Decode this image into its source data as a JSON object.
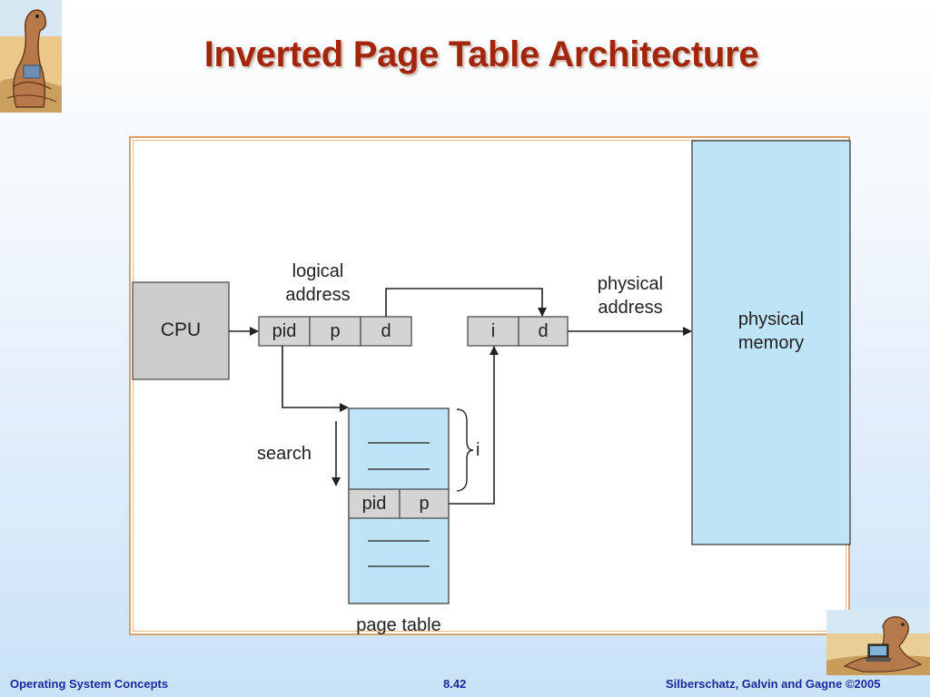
{
  "slide": {
    "title": "Inverted Page Table Architecture"
  },
  "diagram": {
    "cpu_label": "CPU",
    "logical_address_label": "logical\naddress",
    "logical_fields": [
      "pid",
      "p",
      "d"
    ],
    "physical_address_label": "physical\naddress",
    "physical_fields": [
      "i",
      "d"
    ],
    "physical_memory_label": "physical\nmemory",
    "search_label": "search",
    "index_label": "i",
    "page_table_row": [
      "pid",
      "p"
    ],
    "page_table_label": "page table"
  },
  "colors": {
    "title": "#a2260c",
    "footer_text": "#1a2a9a",
    "cpu_box": "#cccccc",
    "address_cells": "#d4d4d4",
    "memory_fill": "#bfe3f7",
    "frame_border": "#e0a065"
  },
  "footer": {
    "left": "Operating System Concepts",
    "center": "8.42",
    "right": "Silberschatz, Galvin and Gagne ©2005"
  },
  "icons": {
    "top_left": "dinosaur-logo-icon",
    "bottom_right": "dinosaur-laptop-icon"
  }
}
